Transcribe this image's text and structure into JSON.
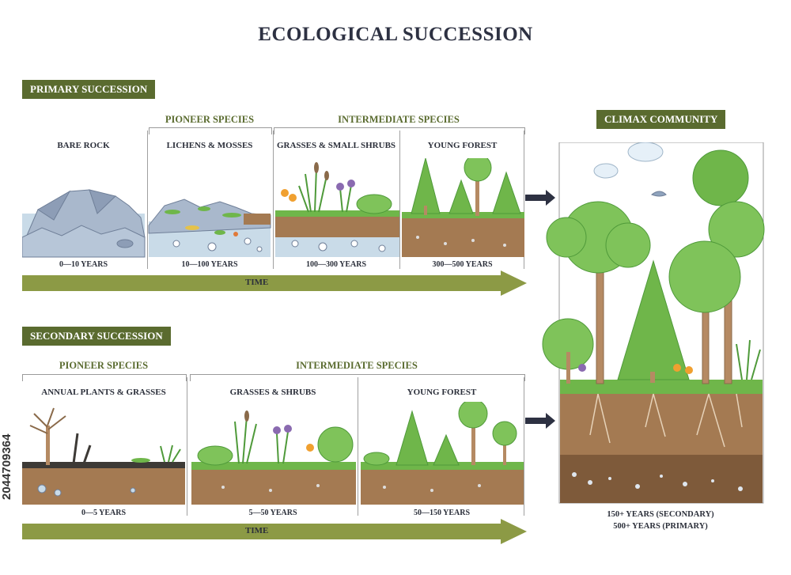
{
  "title": "ECOLOGICAL SUCCESSION",
  "side_id": "2044709364",
  "primary": {
    "badge": "PRIMARY SUCCESSION",
    "groups": {
      "pioneer": "PIONEER SPECIES",
      "intermediate": "INTERMEDIATE SPECIES"
    },
    "stages": [
      {
        "label": "BARE ROCK",
        "years": "0—10 YEARS"
      },
      {
        "label": "LICHENS & MOSSES",
        "years": "10—100 YEARS"
      },
      {
        "label": "GRASSES & SMALL SHRUBS",
        "years": "100—300 YEARS"
      },
      {
        "label": "YOUNG FOREST",
        "years": "300—500 YEARS"
      }
    ],
    "time": "TIME"
  },
  "secondary": {
    "badge": "SECONDARY SUCCESSION",
    "groups": {
      "pioneer": "PIONEER SPECIES",
      "intermediate": "INTERMEDIATE  SPECIES"
    },
    "stages": [
      {
        "label": "ANNUAL PLANTS & GRASSES",
        "years": "0—5 YEARS"
      },
      {
        "label": "GRASSES & SHRUBS",
        "years": "5—50 YEARS"
      },
      {
        "label": "YOUNG FOREST",
        "years": "50—150 YEARS"
      }
    ],
    "time": "TIME"
  },
  "climax": {
    "badge": "CLIMAX COMMUNITY",
    "years_secondary": "150+ YEARS (SECONDARY)",
    "years_primary": "500+ YEARS (PRIMARY)"
  },
  "colors": {
    "badge": "#5a6b2f",
    "arrow": "#8c9a45",
    "soil": "#a47a52",
    "soil_dark": "#7e5a3a",
    "grass": "#6fb64a",
    "leaf": "#7fc35a",
    "leaf_dark": "#4f9a3a",
    "trunk": "#b58a63",
    "rock": "#a9b8cc",
    "rock_dark": "#7d8ea8",
    "water": "#c9dbe8",
    "navy": "#2d3142"
  }
}
